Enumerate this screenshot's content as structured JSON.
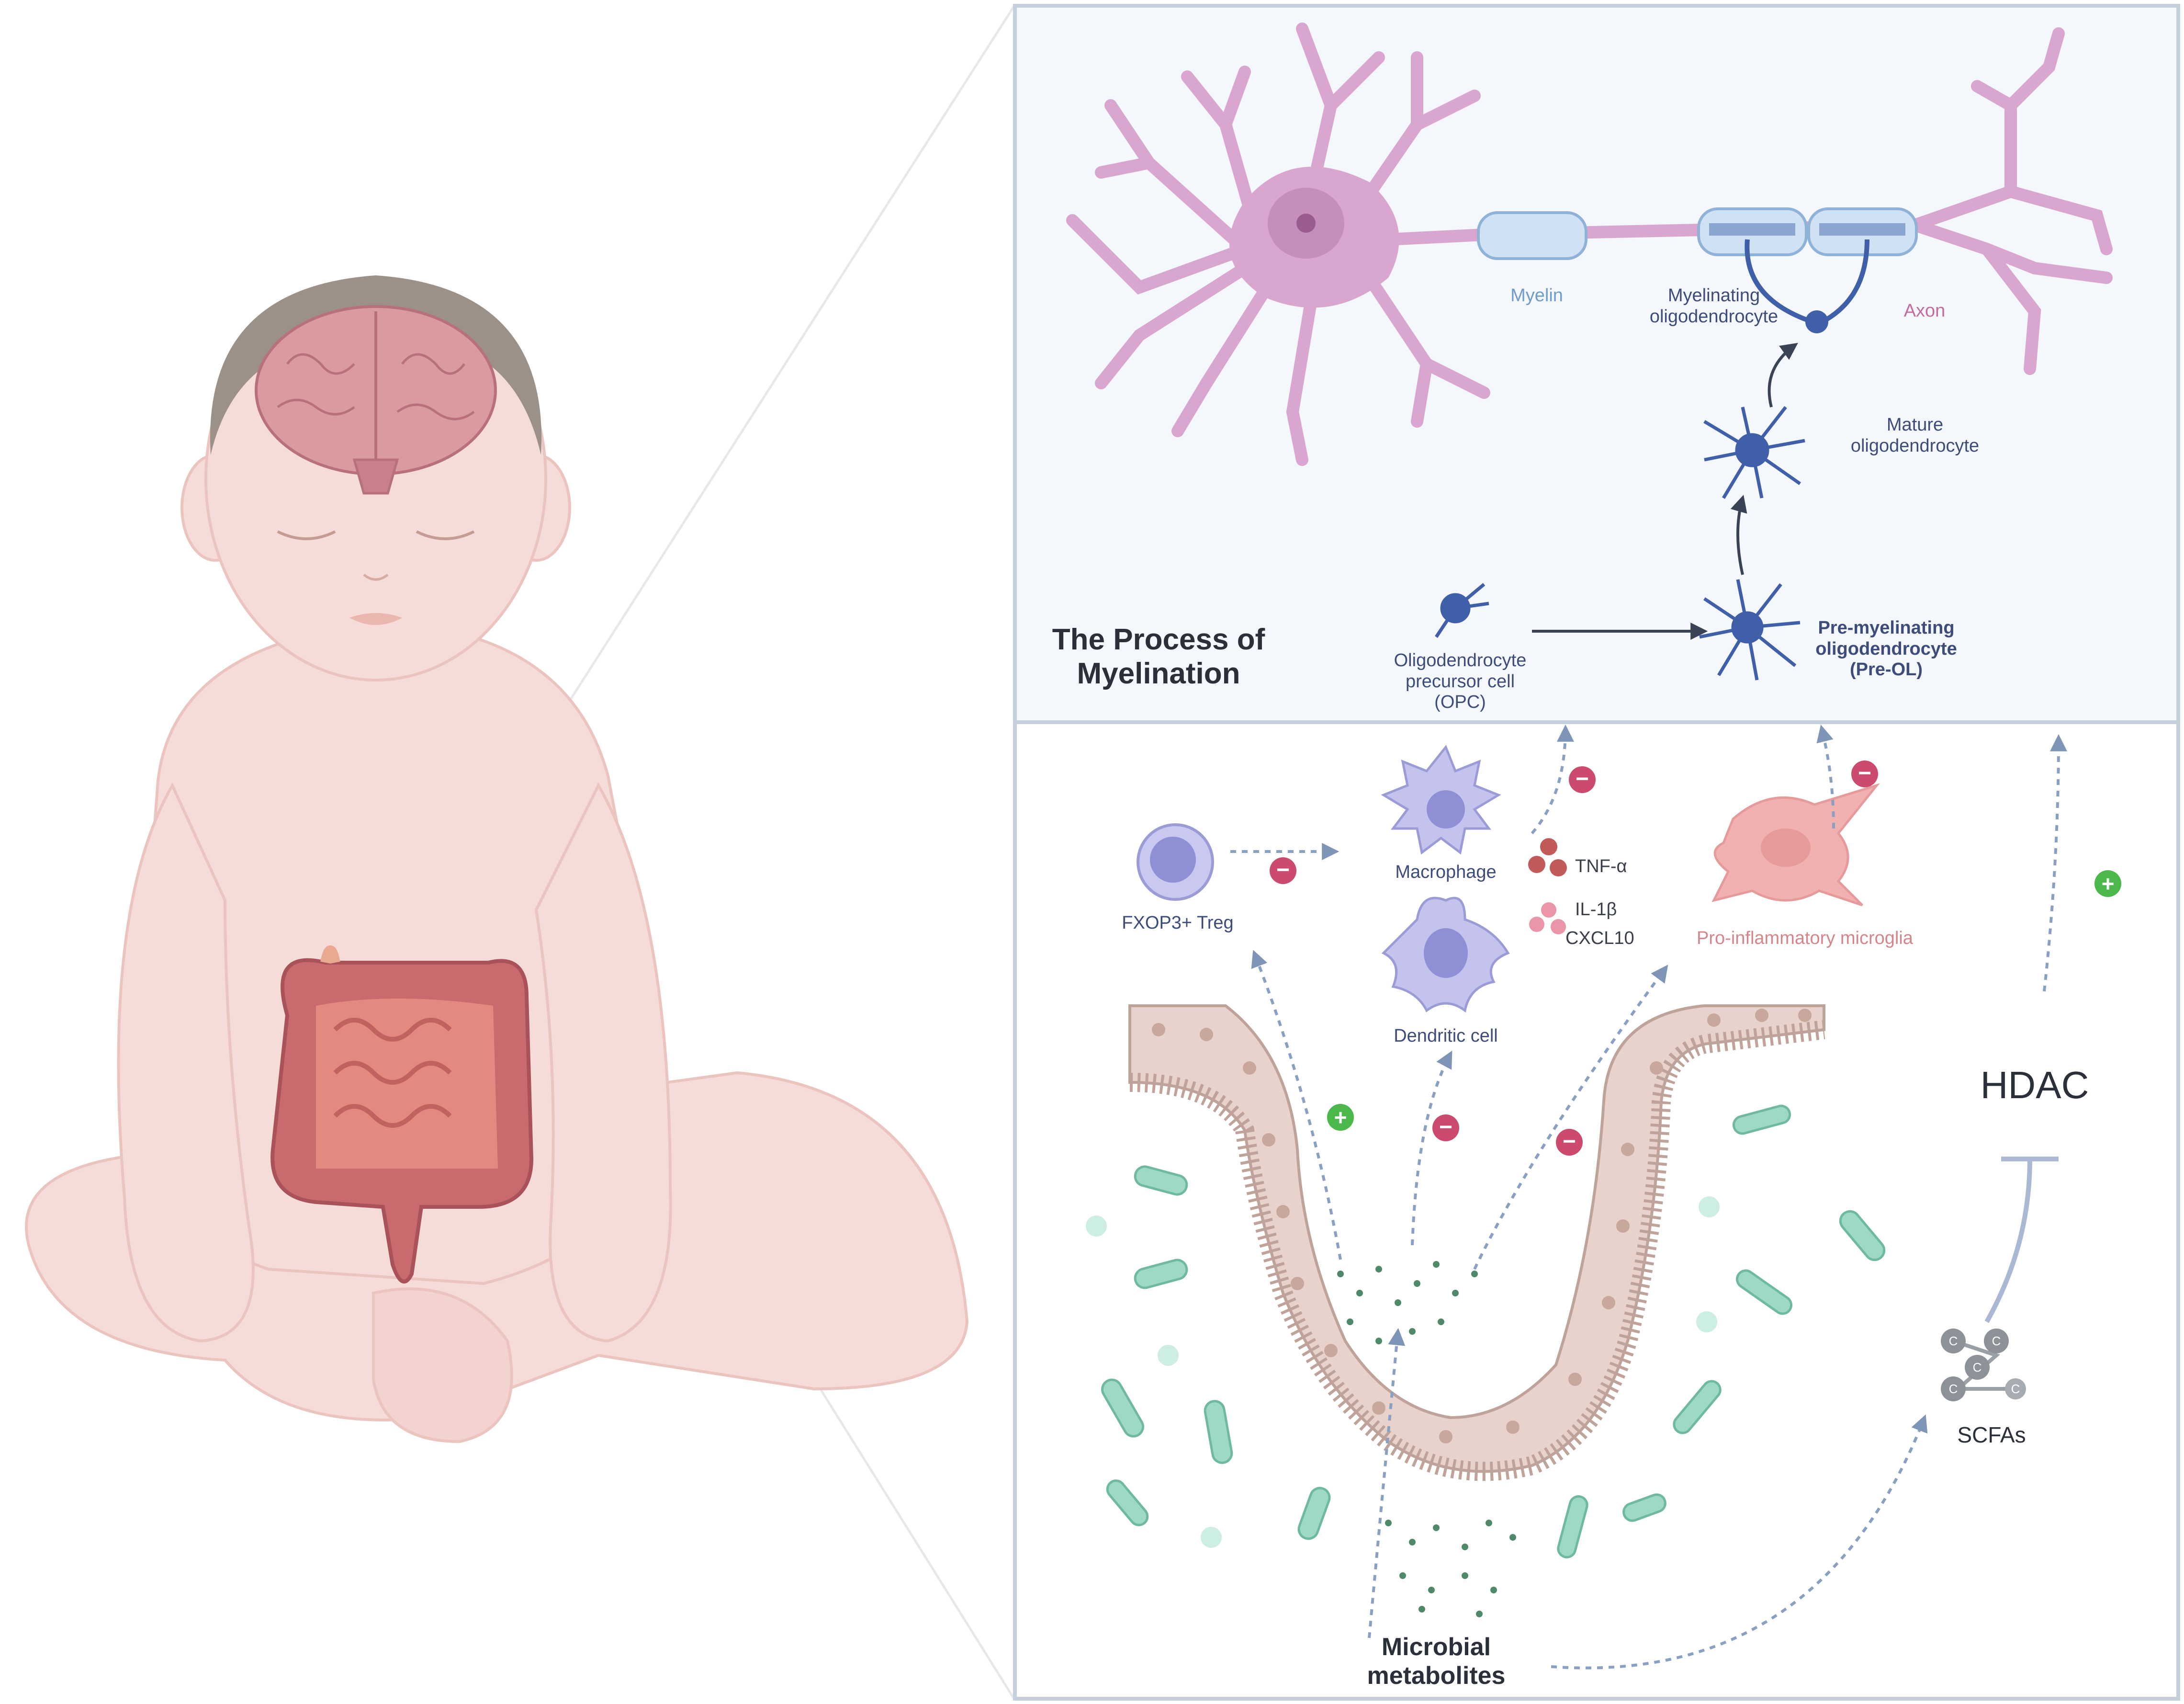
{
  "myelination_panel": {
    "title": "The Process of\nMyelination",
    "myelin_label": "Myelin",
    "myelinating_oligodendrocyte_label": "Myelinating\noligodendrocyte",
    "axon_label": "Axon",
    "mature_oligodendrocyte_label": "Mature\noligodendrocyte",
    "opc_label": "Oligodendrocyte\nprecursor cell\n(OPC)",
    "pre_ol_label": "Pre-myelinating\noligodendrocyte\n(Pre-OL)"
  },
  "gut_panel": {
    "treg_label": "FXOP3+ Treg",
    "macrophage_label": "Macrophage",
    "dendritic_cell_label": "Dendritic cell",
    "tnf_label": "TNF-α",
    "il1b_label": "IL-1β",
    "cxcl10_label": "CXCL10",
    "microglia_label": "Pro-inflammatory microglia",
    "hdac_label": "HDAC",
    "scfa_label": "SCFAs",
    "scfa_atom_label": "C",
    "metabolites_label": "Microbial\nmetabolites",
    "plus_sign": "+",
    "minus_sign": "−"
  },
  "colors": {
    "neuron": "#d9a6cf",
    "myelin": "#aac9e8",
    "oligodendrocyte": "#3f5fa8",
    "skin": "#f6dcd8",
    "brain": "#d99aa0",
    "intestine": "#e28a80",
    "villus": "#e7d3cc",
    "microglia": "#f2b1b1",
    "immune_cell": "#b5b5e6",
    "bacteria": "#9ed9c5",
    "inhibit_badge": "#cc4a6e",
    "promote_badge": "#4cb84c",
    "panel_border": "#c6cfdc"
  },
  "icons": [
    "neuron-icon",
    "oligodendrocyte-icon",
    "macrophage-icon",
    "dendritic-cell-icon",
    "treg-cell-icon",
    "microglia-icon",
    "bacteria-icon",
    "scfa-molecule-icon",
    "plus-badge-icon",
    "minus-badge-icon",
    "inhibition-bar-icon"
  ]
}
